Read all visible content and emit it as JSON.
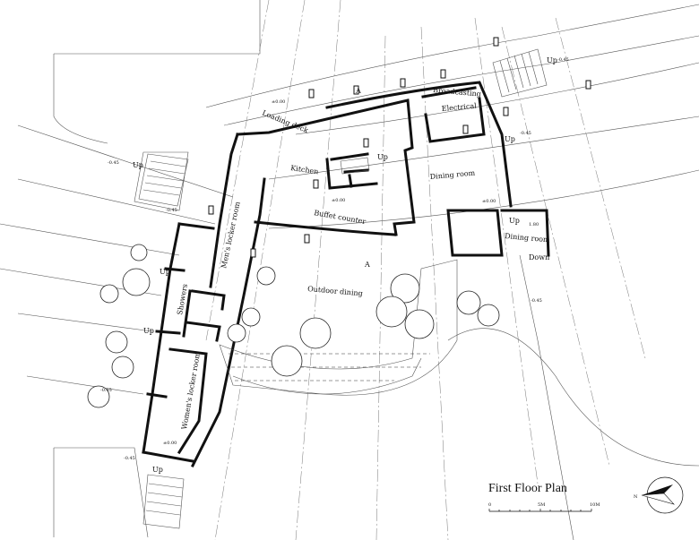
{
  "title": "First Floor Plan",
  "scale_bar": {
    "start": "0",
    "mid": "5M",
    "end": "10M"
  },
  "north_label": "N",
  "rooms": {
    "loading_deck": "Loading deck",
    "broadcasting": "Broadcasting",
    "electrical": "Electrical",
    "kitchen": "Kitchen",
    "dining_room": "Dining room",
    "dining_room_small": "Dining room",
    "buffet_counter": "Buffet counter",
    "outdoor_dining": "Outdoor dining",
    "mens_locker": "Men's locker room",
    "womens_locker": "Women's locker room",
    "showers": "Showers"
  },
  "stairs": {
    "up": "Up",
    "down": "Down"
  },
  "levels": {
    "zero": "±0.00",
    "minus": "-0.45",
    "raised": "1.80"
  },
  "section_mark": "A"
}
